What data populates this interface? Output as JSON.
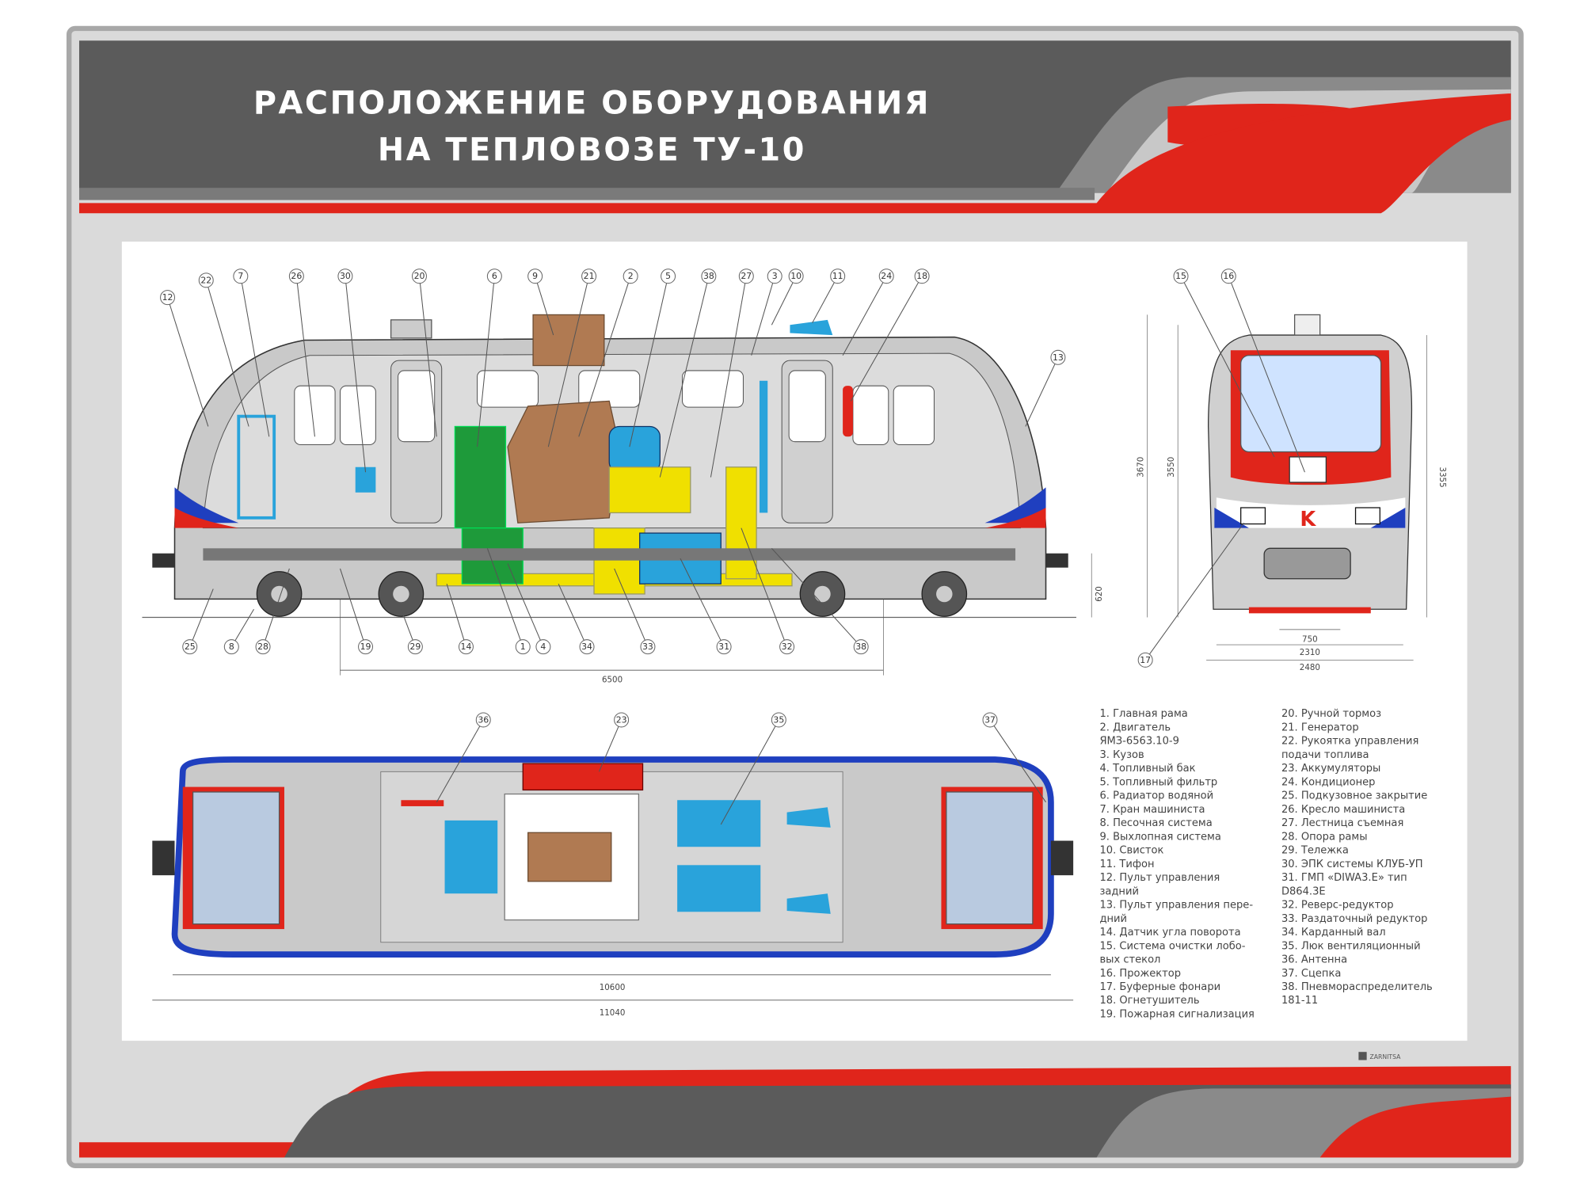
{
  "header": {
    "title_line1": "РАСПОЛОЖЕНИЕ ОБОРУДОВАНИЯ",
    "title_line2": "НА ТЕПЛОВОЗЕ ТУ-10"
  },
  "colors": {
    "dark_band": "#5b5b5b",
    "light_band": "#8a8a8a",
    "red": "#e0251b",
    "blue": "#1f3fbf",
    "cyan": "#29a3db",
    "green": "#1e9a3a",
    "yellow": "#f0e000",
    "brown": "#b07a52"
  },
  "callouts": {
    "side_top": [
      "12",
      "22",
      "7",
      "26",
      "30",
      "20",
      "6",
      "9",
      "21",
      "2",
      "5",
      "38",
      "27",
      "3",
      "10",
      "11",
      "24",
      "18",
      "13"
    ],
    "side_bottom": [
      "25",
      "8",
      "28",
      "19",
      "29",
      "14",
      "1",
      "4",
      "34",
      "33",
      "31",
      "32",
      "38"
    ],
    "front": [
      "15",
      "16",
      "17"
    ],
    "top_view": [
      "36",
      "23",
      "35",
      "37"
    ]
  },
  "dimensions": {
    "bogie_base": "6500",
    "body_length": "10600",
    "total_length": "11040",
    "height_total": "3670",
    "height_cab": "3550",
    "height_body": "3355",
    "coupler_height": "620",
    "gauge": "750",
    "width_1": "2310",
    "width_2": "2480"
  },
  "legend": {
    "col1": [
      "1. Главная рама",
      "2. Двигатель",
      "ЯМЗ-6563.10-9",
      "3. Кузов",
      "4. Топливный бак",
      "5. Топливный фильтр",
      "6. Радиатор водяной",
      "7. Кран машиниста",
      "8. Песочная система",
      "9. Выхлопная система",
      "10. Свисток",
      "11. Тифон",
      "12. Пульт управления",
      "задний",
      "13. Пульт управления пере-",
      "дний",
      "14. Датчик угла поворота",
      "15. Система очистки лобо-",
      "вых стекол",
      "16. Прожектор",
      "17. Буферные фонари",
      "18. Огнетушитель",
      "19. Пожарная сигнализация"
    ],
    "col2": [
      "20. Ручной тормоз",
      "21. Генератор",
      "22. Рукоятка управления",
      "подачи топлива",
      "23. Аккумуляторы",
      "24. Кондиционер",
      "25. Подкузовное закрытие",
      "26. Кресло машиниста",
      "27. Лестница съемная",
      "28. Опора рамы",
      "29. Тележка",
      "30. ЭПК системы КЛУБ-УП",
      "31. ГМП «DIWA3.E» тип",
      "D864.3E",
      "32. Реверс-редуктор",
      "33. Раздаточный редуктор",
      "34. Карданный вал",
      "35. Люк вентиляционный",
      "36. Антенна",
      "37. Сцепка",
      "38. Пневмораспределитель",
      "181-11"
    ]
  },
  "footer": {
    "logo": "ZARNITSA"
  }
}
